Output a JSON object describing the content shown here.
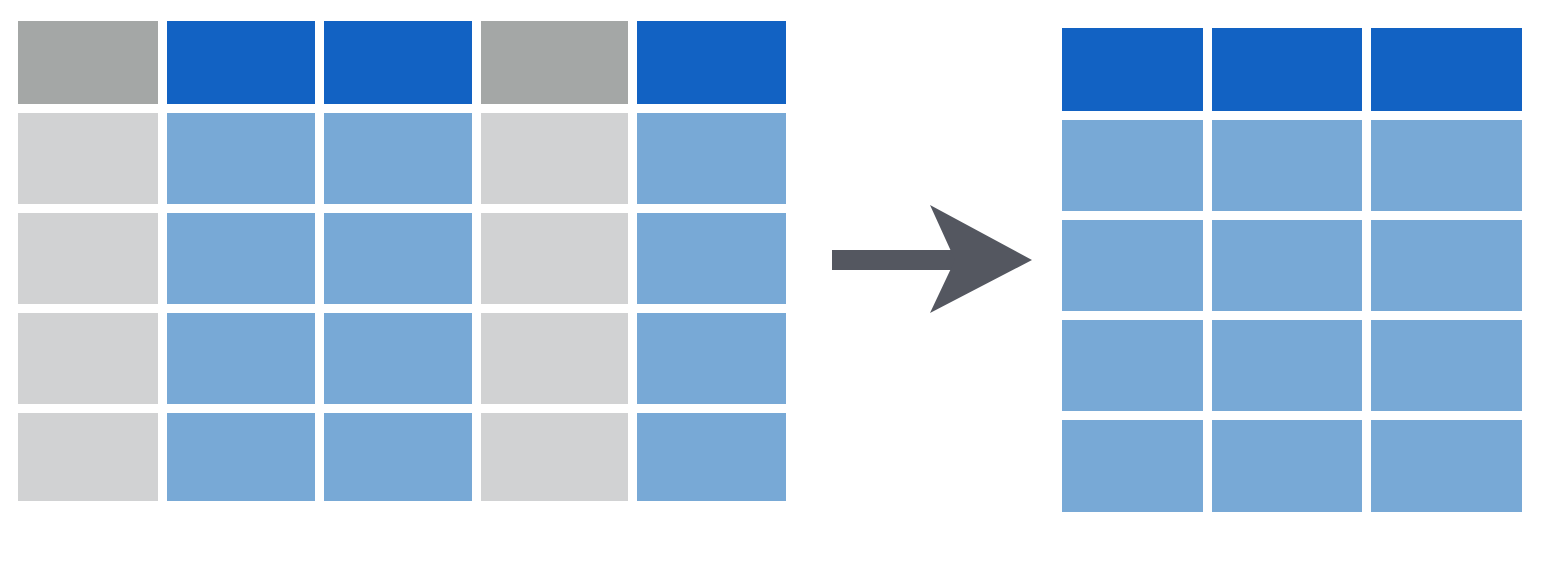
{
  "colors": {
    "selected_header": "#1262c3",
    "selected_cell": "#78a9d6",
    "dropped_header": "#a4a7a6",
    "dropped_cell": "#d1d2d3",
    "arrow": "#545760"
  },
  "source_table": {
    "columns": [
      "dropped",
      "selected",
      "selected",
      "dropped",
      "selected"
    ],
    "rows": 5
  },
  "result_table": {
    "columns": [
      "selected",
      "selected",
      "selected"
    ],
    "rows": 5
  },
  "arrow": {
    "icon": "right-arrow-icon"
  }
}
